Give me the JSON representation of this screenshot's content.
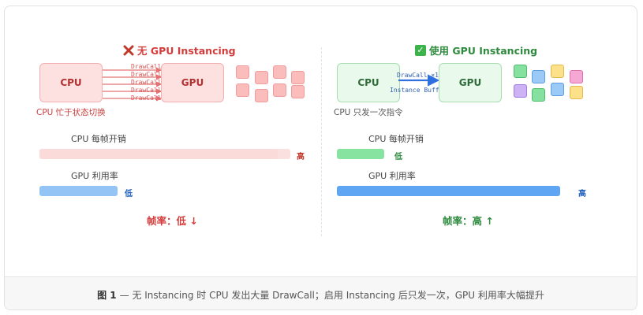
{
  "left": {
    "title": "无 GPU Instancing",
    "title_icon": "cross-mark-icon",
    "cpu_label": "CPU",
    "gpu_label": "GPU",
    "drawcall_labels": [
      "DrawCall",
      "DrawCall",
      "DrawCall",
      "DrawCall",
      "DrawCall"
    ],
    "note": "CPU 忙于状态切换",
    "cpu_cost_label": "CPU 每帧开销",
    "cpu_cost_level": "高",
    "cpu_cost_fraction": 0.95,
    "gpu_util_label": "GPU 利用率",
    "gpu_util_level": "低",
    "gpu_util_fraction": 0.31,
    "fps_text": "帧率：低 ↓",
    "accent": "#d43c3c"
  },
  "right": {
    "title": "使用 GPU Instancing",
    "title_icon": "check-mark-icon",
    "cpu_label": "CPU",
    "gpu_label": "GPU",
    "drawcall_label": "DrawCall ×1",
    "instance_label": "Instance Buffer",
    "note": "CPU 只发一次指令",
    "cpu_cost_label": "CPU 每帧开销",
    "cpu_cost_level": "低",
    "cpu_cost_fraction": 0.2,
    "gpu_util_label": "GPU 利用率",
    "gpu_util_level": "高",
    "gpu_util_fraction": 0.95,
    "fps_text": "帧率：高 ↑",
    "accent": "#2e8a3e"
  },
  "caption": {
    "figure": "图 1",
    "text": "— 无 Instancing 时 CPU 发出大量 DrawCall；启用 Instancing 后只发一次，GPU 利用率大幅提升"
  }
}
